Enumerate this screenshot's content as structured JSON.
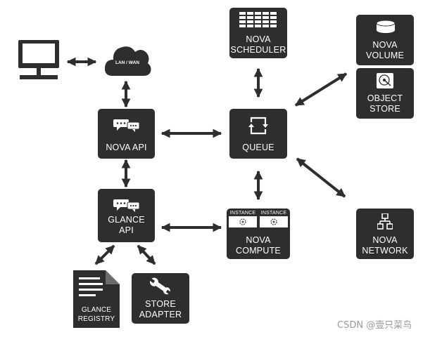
{
  "nodes": {
    "lan_wan": "LAN / WAN",
    "nova_scheduler": [
      "NOVA",
      "SCHEDULER"
    ],
    "nova_volume": [
      "NOVA",
      "VOLUME"
    ],
    "object_store": [
      "OBJECT",
      "STORE"
    ],
    "nova_api": "NOVA  API",
    "queue": "QUEUE",
    "glance_api": [
      "GLANCE",
      "API"
    ],
    "nova_compute": [
      "NOVA",
      "COMPUTE"
    ],
    "instance_tag": "INSTANCE",
    "nova_network": [
      "NOVA",
      "NETWORK"
    ],
    "glance_registry": [
      "GLANCE",
      "REGISTRY"
    ],
    "store_adapter": [
      "STORE",
      "ADAPTER"
    ]
  },
  "watermark": "CSDN @壹只菜鸟",
  "colors": {
    "node": "#2e2e2e",
    "arrow": "#2e2e2e",
    "background": "#ffffff"
  }
}
